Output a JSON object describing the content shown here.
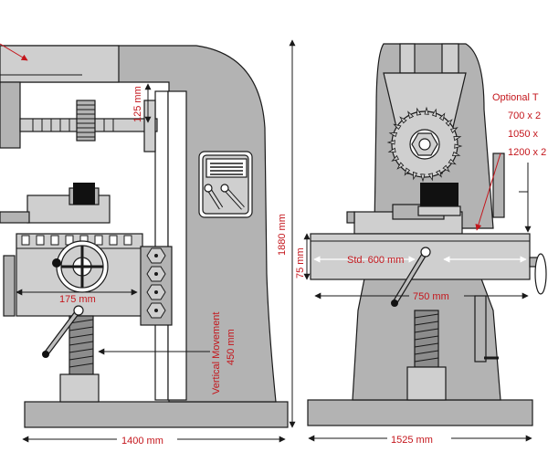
{
  "left_view": {
    "height_label": "1880 mm",
    "width_label": "1400 mm",
    "cross_travel_label": "175 mm",
    "vertical_movement_label": "Vertical Movement",
    "vertical_movement_value": "450 mm",
    "spindle_gap_label": "125 mm"
  },
  "right_view": {
    "table_height_label": "75 mm",
    "std_table_label": "Std. 600 mm",
    "travel_label": "750 mm",
    "width_label": "1525 mm",
    "optional_title": "Optional T",
    "optional_sizes": [
      "700 x 2",
      "1050 x",
      "1200 x 2"
    ]
  },
  "colors": {
    "accent_red": "#c4161c",
    "machine_gray": "#b3b3b3",
    "outline": "#1a1a1a"
  }
}
